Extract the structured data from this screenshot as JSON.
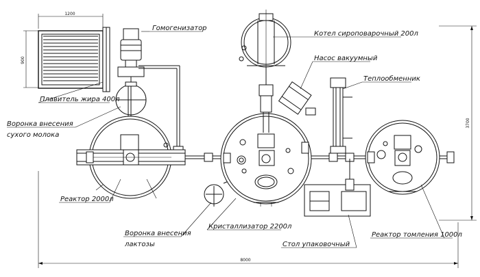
{
  "labels": {
    "homogenizer": "Гомогенизатор",
    "syrup_kettle": "Котел сироповарочный 200л",
    "vacuum_pump": "Насос вакуумный",
    "heat_exchanger": "Теплообменник",
    "fat_melter": "Плавитель жира 400л",
    "milk_funnel_line1": "Воронка внесения",
    "milk_funnel_line2": "сухого молока",
    "reactor_2000": "Реактор 2000л",
    "lactose_funnel_line1": "Воронка внесения",
    "lactose_funnel_line2": "лактозы",
    "crystallizer": "Кристаллизатор 2200л",
    "packing_table": "Стол упаковочный",
    "reactor_1000": "Реактор томления 1000л"
  },
  "dimensions": {
    "melter_width": "1200",
    "melter_height": "900",
    "total_width": "8000",
    "total_height": "3700"
  }
}
